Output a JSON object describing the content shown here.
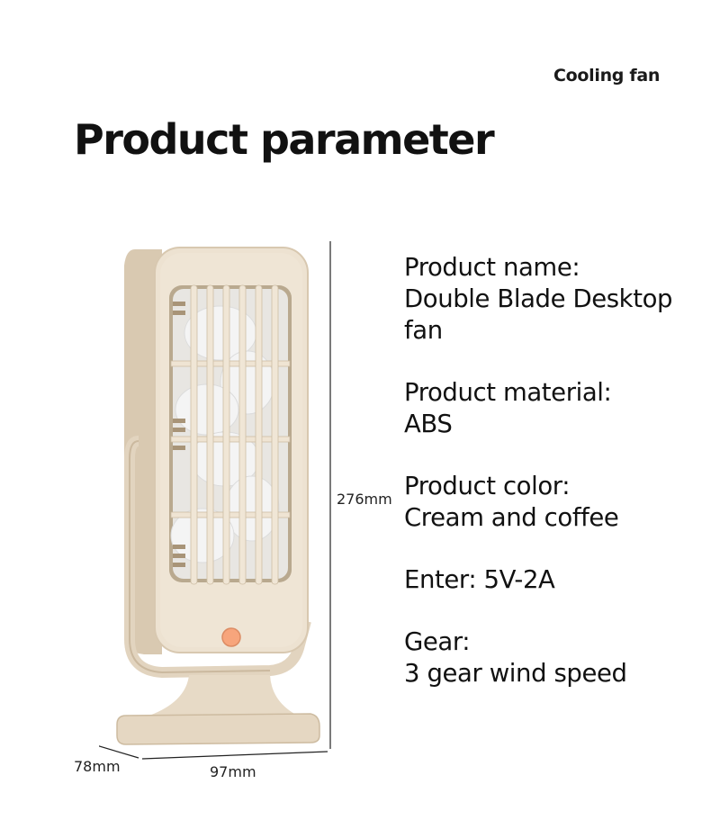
{
  "header": {
    "tag": "Cooling fan",
    "title": "Product parameter"
  },
  "product_image": {
    "subject": "Double blade desktop tower fan",
    "colors": {
      "body": "#ece0cf",
      "shadow": "#d6c6ae",
      "blade": "#eeeeee",
      "button": "#f7a57c"
    }
  },
  "dimensions": {
    "height": "276mm",
    "width": "97mm",
    "depth": "78mm"
  },
  "specs": [
    {
      "label": "Product name:",
      "value": "Double Blade Desktop fan"
    },
    {
      "label": "Product material:",
      "value": "ABS"
    },
    {
      "label": "Product color:",
      "value": "Cream and coffee"
    },
    {
      "label": "Enter: 5V-2A",
      "value": ""
    },
    {
      "label": "Gear:",
      "value": "3 gear wind speed"
    }
  ]
}
